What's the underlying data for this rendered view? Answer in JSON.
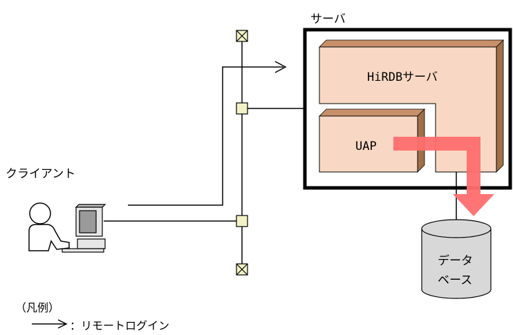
{
  "labels": {
    "server": "サーバ",
    "hirdb_server": "HiRDBサーバ",
    "uap": "UAP",
    "client": "クライアント",
    "database_line1": "データ",
    "database_line2": "ベース"
  },
  "legend": {
    "heading": "（凡例）",
    "remote_login": "：リモートログイン"
  },
  "colors": {
    "box_face": "#f8d8c4",
    "box_side": "#a07048",
    "box_top": "#c8906a",
    "access_arrow": "#ff6e6e",
    "connector": "#f2f2c8",
    "cylinder": "#d8d8d8"
  }
}
